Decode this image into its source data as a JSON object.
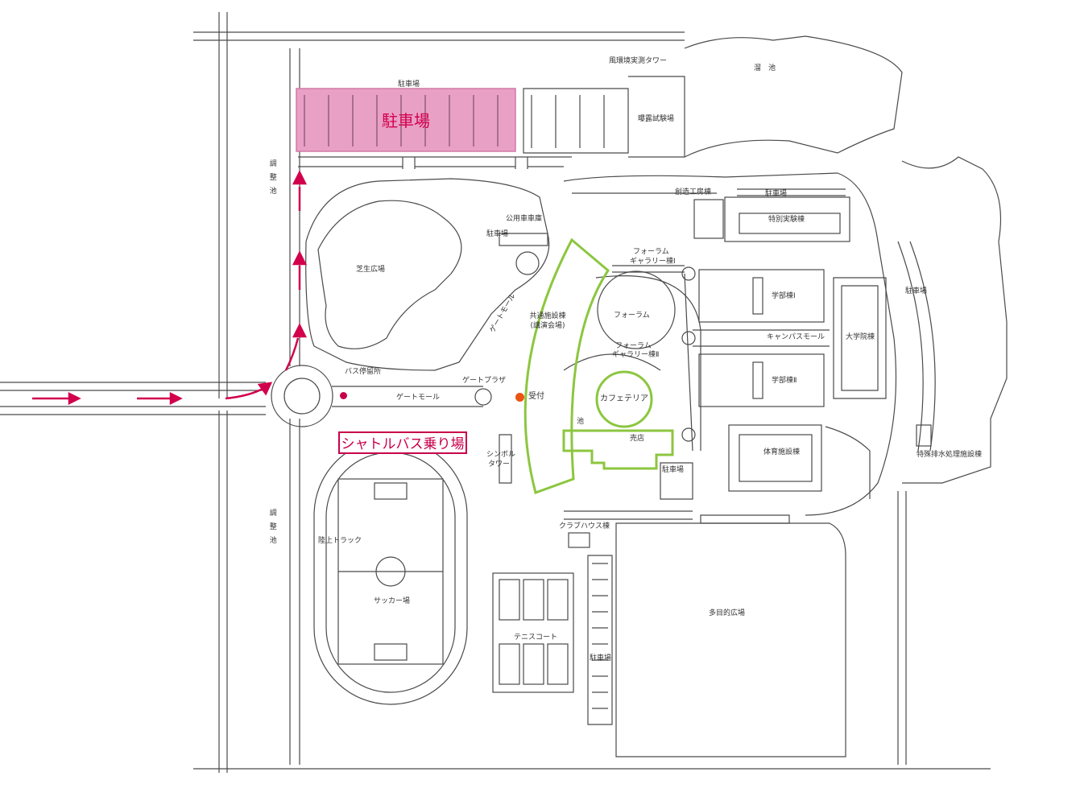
{
  "map": {
    "highlight": {
      "parking_main": "駐車場",
      "shuttle_stop": "シャトルバス乗り場",
      "reception": "受付"
    },
    "labels": {
      "parking_top": "駐車場",
      "parking_right_top": "駐車場",
      "parking_east": "駐車場",
      "parking_south_gym": "駐車場",
      "parking_bottom": "駐車場",
      "wind_tower": "風環境実測タワー",
      "pond_top": "溜　池",
      "exposure_test": "曝露試験場",
      "adjust_pond_1": "調整池",
      "adjust_pond_2": "調整池",
      "lawn_plaza": "芝生広場",
      "public_garage": "公用車車庫",
      "parking_small": "駐車場",
      "bus_stop": "バス停留所",
      "gate_mall_h": "ゲートモール",
      "gate_mall_v": "ゲートモール",
      "gate_plaza": "ゲートプラザ",
      "common_facility_1": "共通施設棟",
      "common_facility_2": "(講演会場)",
      "forum": "フォーラム",
      "forum_gallery_1a": "フォーラム",
      "forum_gallery_1b": "ギャラリー棟Ⅰ",
      "forum_gallery_2a": "フォーラム",
      "forum_gallery_2b": "ギャラリー棟Ⅱ",
      "cafeteria": "カフェテリア",
      "pond_small": "池",
      "shop": "売店",
      "symbol_tower_1": "シンボル",
      "symbol_tower_2": "タワー",
      "creation_workshop": "創造工房棟",
      "special_lab": "特別実験棟",
      "faculty_1": "学部棟Ⅰ",
      "faculty_2": "学部棟Ⅱ",
      "campus_mall": "キャンパスモール",
      "graduate_school": "大学院棟",
      "gym": "体育施設棟",
      "special_drain": "特殊排水処理施設棟",
      "clubhouse": "クラブハウス棟",
      "track": "陸上トラック",
      "soccer": "サッカー場",
      "tennis": "テニスコート",
      "multipurpose": "多目的広場"
    },
    "colors": {
      "line": "#4a4a4a",
      "building_green": "#8cc63f",
      "parking_pink": "#e9a0c5",
      "accent": "#d2004d",
      "reception_dot": "#ea5513"
    }
  }
}
